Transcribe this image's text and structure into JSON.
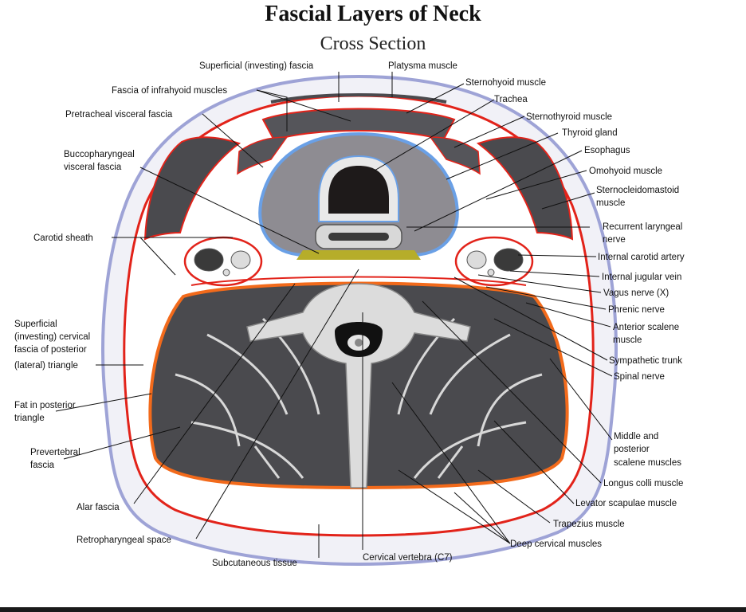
{
  "title": "Fascial Layers of Neck",
  "subtitle": "Cross Section",
  "labels": {
    "superficial_investing_fascia": "Superficial (investing) fascia",
    "platysma_muscle": "Platysma muscle",
    "fascia_infrahyoid": "Fascia of infrahyoid muscles",
    "sternohyoid_muscle": "Sternohyoid muscle",
    "trachea": "Trachea",
    "pretracheal_visceral_fascia": "Pretracheal visceral fascia",
    "sternothyroid_muscle": "Sternothyroid muscle",
    "thyroid_gland": "Thyroid gland",
    "buccopharyngeal_1": "Buccopharyngeal",
    "buccopharyngeal_2": "visceral fascia",
    "esophagus": "Esophagus",
    "omohyoid_muscle": "Omohyoid muscle",
    "sternocleidomastoid_1": "Sternocleidomastoid",
    "sternocleidomastoid_2": "muscle",
    "carotid_sheath": "Carotid sheath",
    "recurrent_laryngeal_1": "Recurrent laryngeal",
    "recurrent_laryngeal_2": "nerve",
    "internal_carotid_artery": "Internal carotid artery",
    "internal_jugular_vein": "Internal jugular vein",
    "vagus_nerve": "Vagus nerve (X)",
    "phrenic_nerve": "Phrenic nerve",
    "anterior_scalene_1": "Anterior scalene",
    "anterior_scalene_2": "muscle",
    "superficial_cervical_1": "Superficial",
    "superficial_cervical_2": "(investing) cervical",
    "superficial_cervical_3": "fascia of posterior",
    "superficial_cervical_4": "(lateral) triangle",
    "sympathetic_trunk": "Sympathetic trunk",
    "spinal_nerve": "Spinal nerve",
    "fat_posterior_1": "Fat in posterior",
    "fat_posterior_2": "triangle",
    "middle_posterior_scalene_1": "Middle and",
    "middle_posterior_scalene_2": "posterior",
    "middle_posterior_scalene_3": "scalene muscles",
    "prevertebral_1": "Prevertebral",
    "prevertebral_2": "fascia",
    "longus_colli": "Longus colli muscle",
    "alar_fascia": "Alar fascia",
    "levator_scapulae": "Levator scapulae muscle",
    "trapezius": "Trapezius muscle",
    "retropharyngeal_space": "Retropharyngeal space",
    "deep_cervical": "Deep cervical muscles",
    "subcutaneous_tissue": "Subcutaneous tissue",
    "cervical_vertebra": "Cervical vertebra (C7)"
  },
  "colors": {
    "skin_outline": "#9ea3d6",
    "subcutaneous": "#f1f1f7",
    "investing_fascia": "#e2231a",
    "prevertebral_fascia": "#f26a1b",
    "pretracheal_fascia": "#6aa0e6",
    "buccopharyngeal_fascia": "#b6ad2a",
    "muscle": "#4a4a4e",
    "thyroid": "#8e8c92",
    "bone": "#dcdcdc"
  }
}
